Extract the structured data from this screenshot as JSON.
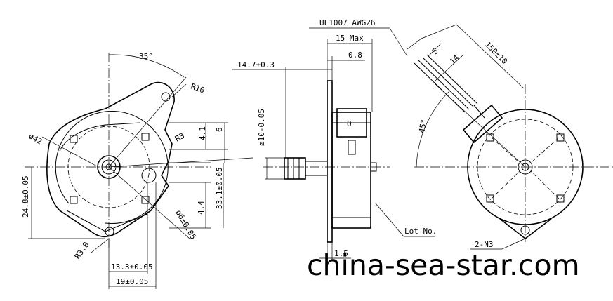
{
  "front_view": {
    "angle_top": "35°",
    "radius_r10": "R10",
    "dia_42": "ø42",
    "radius_r3": "R3",
    "dim_4_1": "4.1",
    "dim_6": "6",
    "dim_33_1": "33.1±0.05",
    "dim_24_8": "24.8±0.05",
    "dim_4_4": "4.4",
    "dia_6": "ø6±0.05",
    "radius_r3_8": "R3.8",
    "dim_13_3": "13.3±0.05",
    "dim_19": "19±0.05"
  },
  "side_view": {
    "wire_spec": "UL1007 AWG26",
    "dim_15max": "15 Max",
    "dim_0_8": "0.8",
    "dim_14_7": "14.7±0.3",
    "dia_10": "ø10-0.05",
    "dim_1_5": "1.5",
    "lot_no": "Lot No."
  },
  "rear_view": {
    "dim_5": "5",
    "dim_14": "14",
    "dim_150": "150±10",
    "angle_45": "45°",
    "holes": "2-N3"
  },
  "watermark": "china-sea-star.com"
}
